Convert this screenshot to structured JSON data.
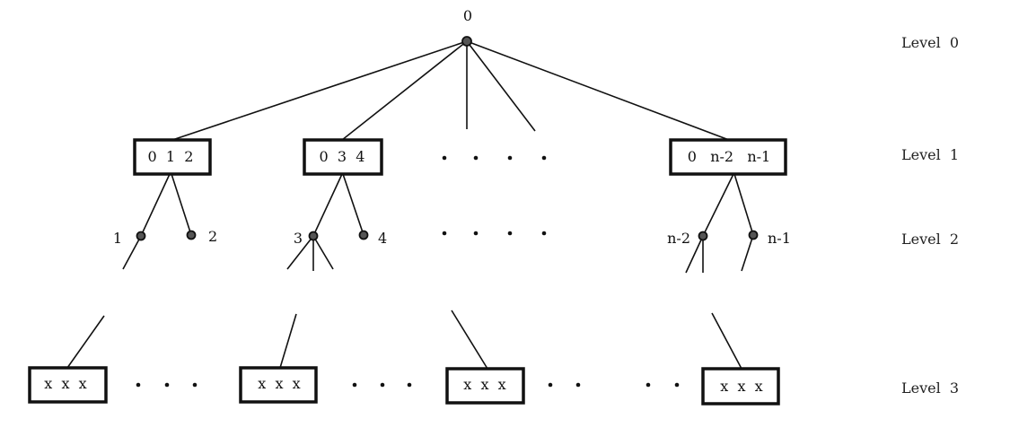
{
  "root": {
    "label": "0"
  },
  "levels": [
    "Level  0",
    "Level  1",
    "Level  2",
    "Level  3"
  ],
  "level1_boxes": [
    "0  1  2",
    "0  3  4",
    "0   n-2   n-1"
  ],
  "level2_nodes": [
    "1",
    "2",
    "3",
    "4",
    "n-2",
    "n-1"
  ],
  "level3_boxes": [
    "x  x  x",
    "x  x  x",
    "x  x  x",
    "x  x  x"
  ],
  "colors": {
    "line": "#111111",
    "node_fill": "#555555",
    "background": "#ffffff"
  }
}
